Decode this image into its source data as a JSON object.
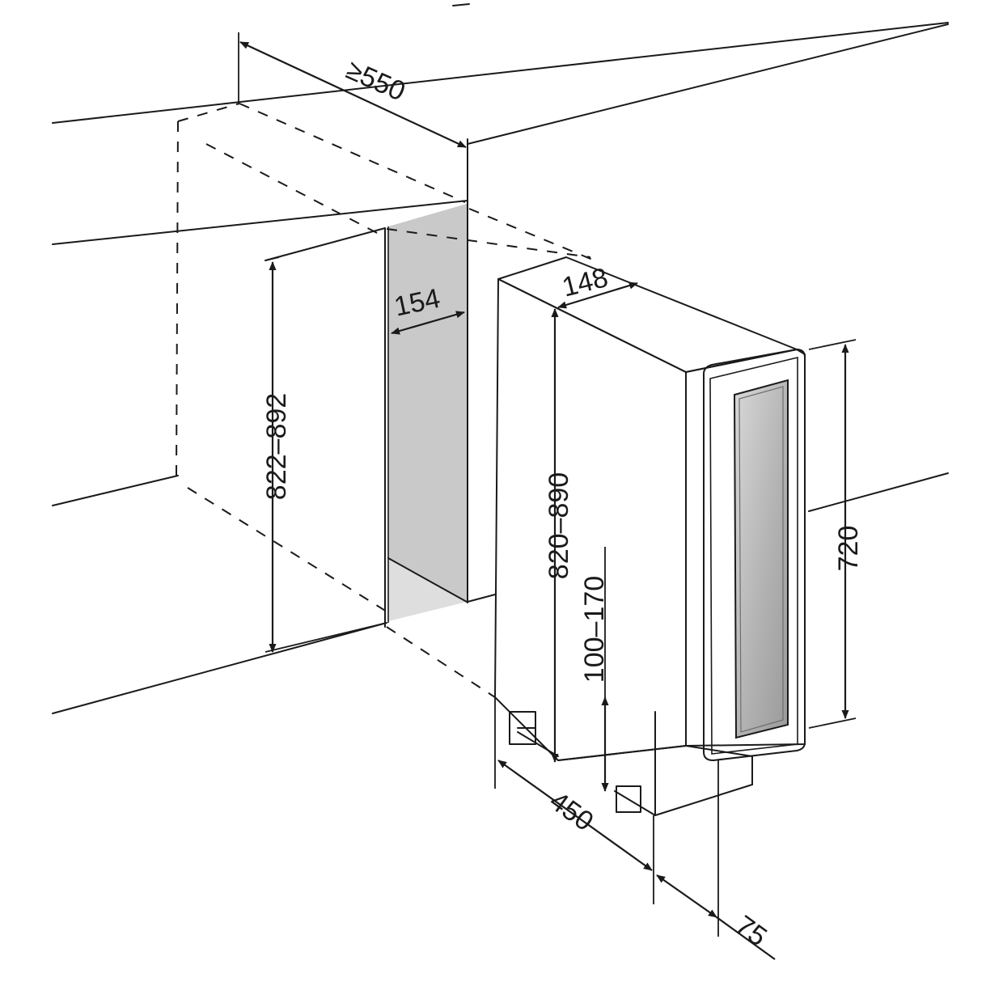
{
  "dimensions": {
    "cabinet_depth": "≥550",
    "niche_width": "154",
    "niche_height": "822–892",
    "appliance_width": "148",
    "appliance_height": "820–890",
    "door_height": "720",
    "plinth_height": "100–170",
    "appliance_depth": "450",
    "door_depth": "75"
  },
  "colors": {
    "line": "#1a1a1a",
    "niche_fill": "#c9c9c9",
    "glass_fill": "#b5b5b5"
  }
}
